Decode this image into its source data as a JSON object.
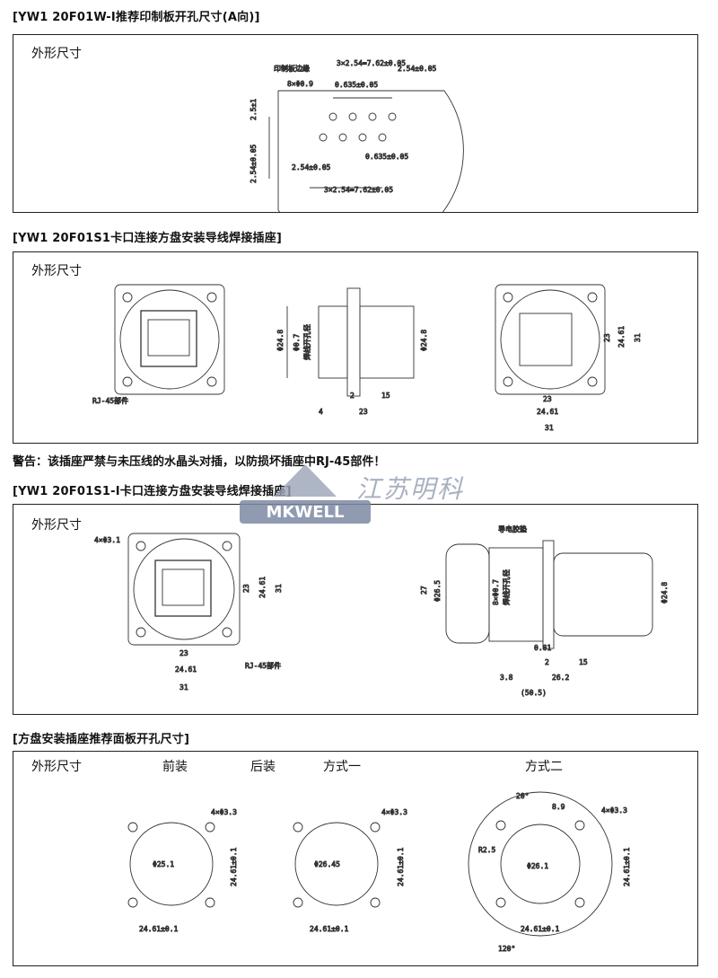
{
  "sections": [
    {
      "title": "[YW1 20F01W-I推荐印制板开孔尺寸(A向)]",
      "outline_label": "外形尺寸",
      "dims": {
        "a": "3×2.54=7.62±0.05",
        "b": "2.54±0.05",
        "c": "印制板边缘",
        "d": "8×Φ0.9",
        "e": "0.635±0.05",
        "f": "2.5±1",
        "g": "2.54±0.05",
        "h": "2.54±0.05",
        "i": "0.635±0.05",
        "j": "3×2.54=7.62±0.05"
      }
    },
    {
      "title": "[YW1 20F01S1卡口连接方盘安装导线焊接插座]",
      "outline_label": "外形尺寸",
      "dims": {
        "rj": "RJ-45部件",
        "d1": "Φ24.8",
        "d2": "Φ0.7",
        "d3": "焊线开孔径",
        "d4": "Φ24.8",
        "n2": "2",
        "n15": "15",
        "n4": "4",
        "n23": "23",
        "n23b": "23",
        "n24": "24.61",
        "n31": "31",
        "v23": "23",
        "v2461": "24.61",
        "v31": "31"
      }
    },
    {
      "title": "[YW1 20F01S1-I卡口连接方盘安装导线焊接插座]",
      "outline_label": "外形尺寸",
      "dims": {
        "a": "4×Φ3.1",
        "rj": "RJ-45部件",
        "n23": "23",
        "n2461": "24.61",
        "n31": "31",
        "v23": "23",
        "v2461": "24.61",
        "v31": "31",
        "gasket": "导电胶垫",
        "n27": "27",
        "p265": "Φ26.5",
        "p07": "8×Φ0.7",
        "hole": "焊线开孔径",
        "p248": "Φ24.8",
        "n081": "0.81",
        "n2": "2",
        "n15": "15",
        "n38": "3.8",
        "n262": "26.2",
        "n505": "(50.5)"
      }
    },
    {
      "title": "[方盘安装插座推荐面板开孔尺寸]",
      "outline_label": "外形尺寸",
      "cols": [
        "前装",
        "后装",
        "方式一",
        "方式二"
      ],
      "dims": {
        "h1": "4×Φ3.3",
        "d1": "Φ25.1",
        "w1": "24.61±0.1",
        "v1": "24.61±0.1",
        "h2": "4×Φ3.3",
        "d2": "Φ26.45",
        "w2": "24.61±0.1",
        "v2": "24.61±0.1",
        "h3": "4×Φ3.3",
        "d3": "Φ26.1",
        "r3": "R2.5",
        "a20": "20°",
        "a120": "120°",
        "n": "8.9",
        "w3": "24.61±0.1",
        "v3": "24.61±0.1"
      }
    }
  ],
  "warning": "警告：该插座严禁与未压线的水晶头对插，以防损坏插座中RJ-45部件！",
  "watermark": {
    "text": "江苏明科",
    "logo": "MKWELL"
  }
}
